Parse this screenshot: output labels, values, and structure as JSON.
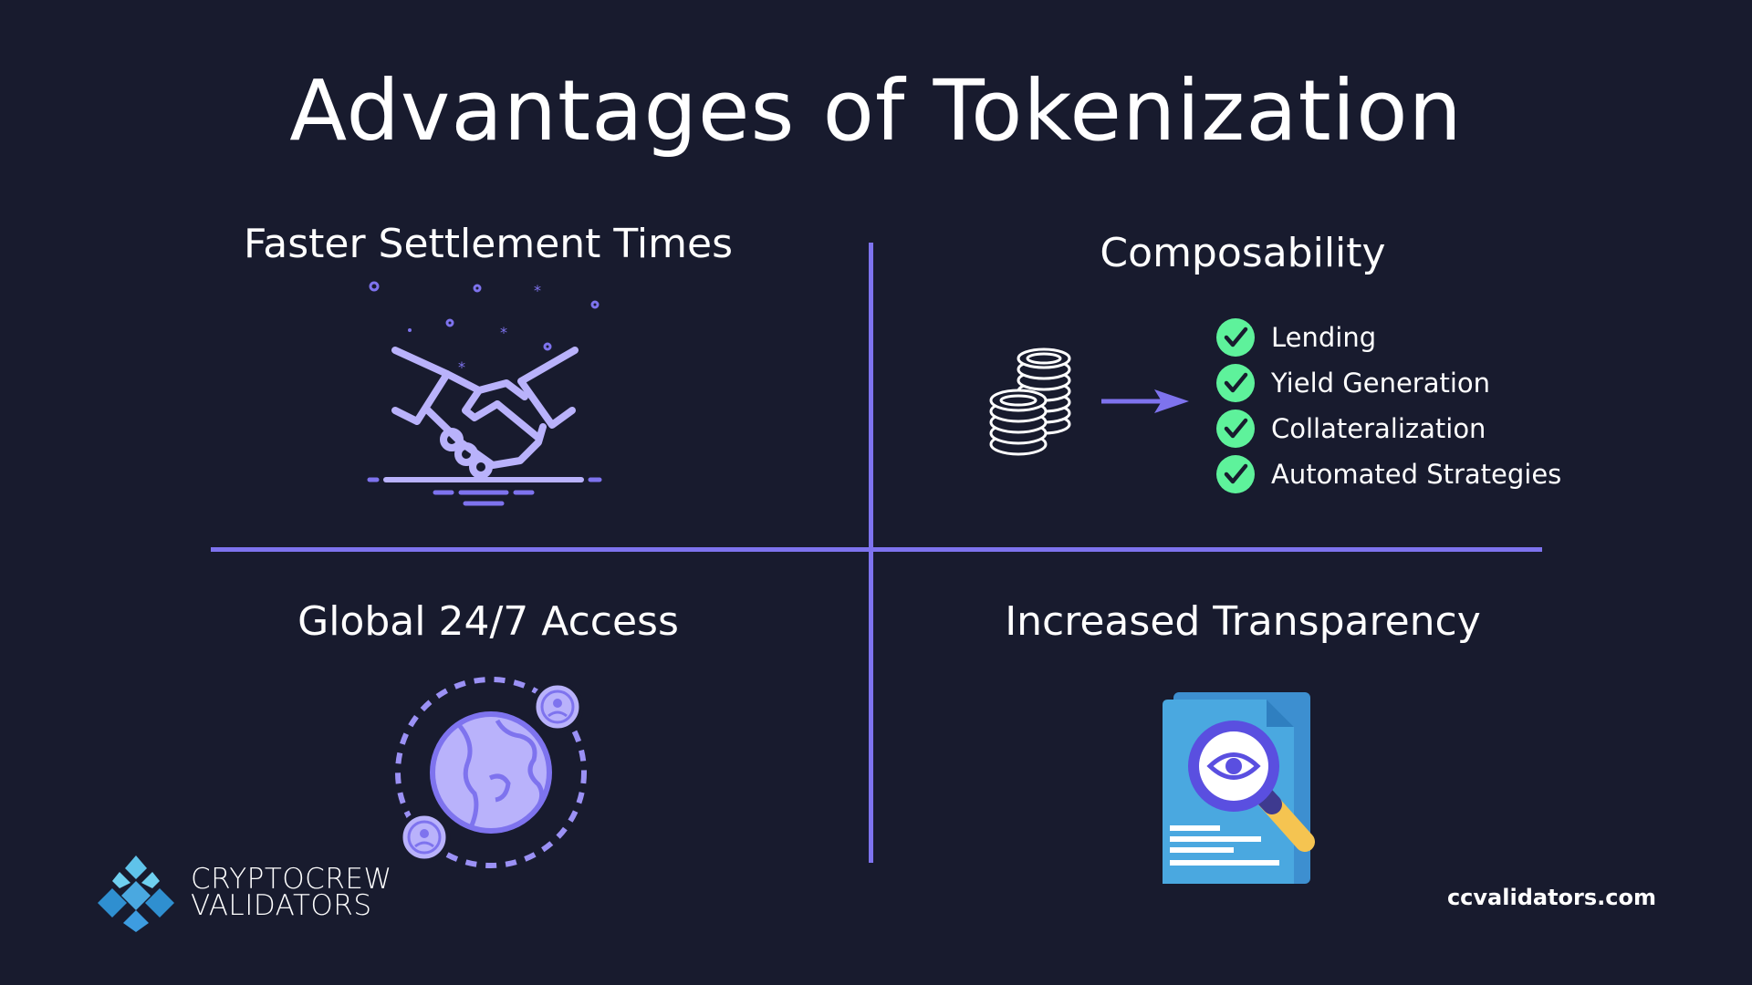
{
  "title": "Advantages of Tokenization",
  "quadrants": {
    "top_left": {
      "title": "Faster Settlement Times",
      "icon": "handshake-icon"
    },
    "top_right": {
      "title": "Composability",
      "icon": "coins-stack-icon",
      "items": [
        "Lending",
        "Yield Generation",
        "Collateralization",
        "Automated Strategies"
      ]
    },
    "bottom_left": {
      "title": "Global 24/7 Access",
      "icon": "globe-users-icon"
    },
    "bottom_right": {
      "title": "Increased Transparency",
      "icon": "document-magnifier-icon"
    }
  },
  "brand": {
    "line1": "CRYPTOCREW",
    "line2": "VALIDATORS",
    "website": "ccvalidators.com"
  },
  "colors": {
    "background": "#181b2e",
    "accent": "#7e73ee",
    "icon_light": "#b9b2fb",
    "check_green": "#5ef29b",
    "doc_blue": "#4aa8e0",
    "magnifier_yellow": "#f5c451"
  }
}
